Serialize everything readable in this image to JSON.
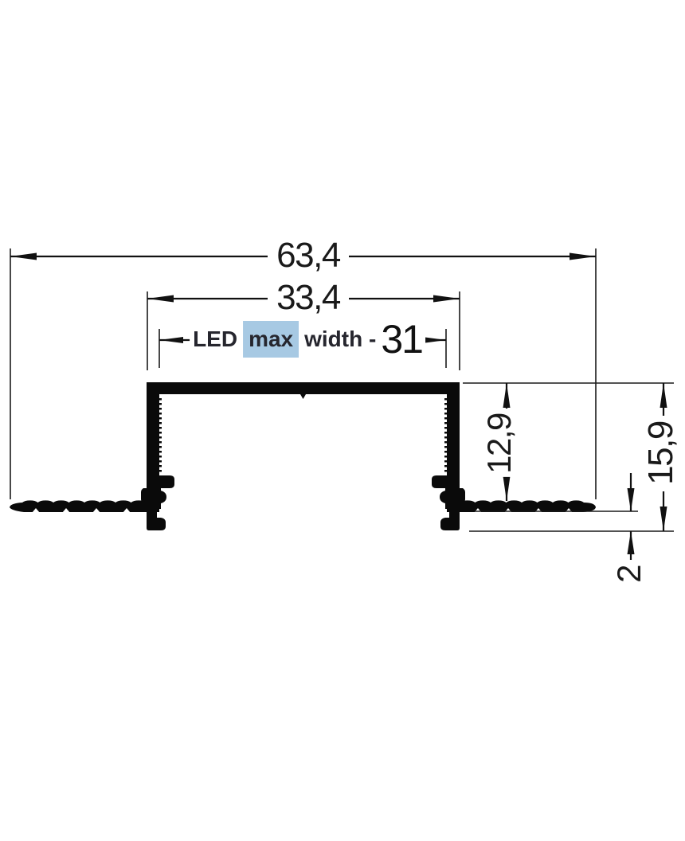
{
  "drawing": {
    "type": "technical-cross-section",
    "subject": "recessed LED aluminium profile, trimless drywall mounting",
    "labels": {
      "total_width": "63,4",
      "outer_width": "33,4",
      "led_prefix": "LED",
      "led_highlight": "max",
      "led_suffix": "width -",
      "led_value": "31",
      "inner_depth": "12,9",
      "total_depth": "15,9",
      "flange_depth": "2"
    },
    "dimensions_mm": {
      "total_width": 63.4,
      "outer_width": 33.4,
      "led_max_width": 31,
      "inner_depth": 12.9,
      "total_depth": 15.9,
      "flange_depth": 2
    },
    "colors": {
      "background": "#ffffff",
      "profile_fill": "#0a0a0a",
      "dimension_line": "#111111",
      "extension_line": "#1a1a1a",
      "dimension_text": "#1a1a1a",
      "led_label_text": "#26262e",
      "highlight": "#a7c9e3"
    }
  }
}
